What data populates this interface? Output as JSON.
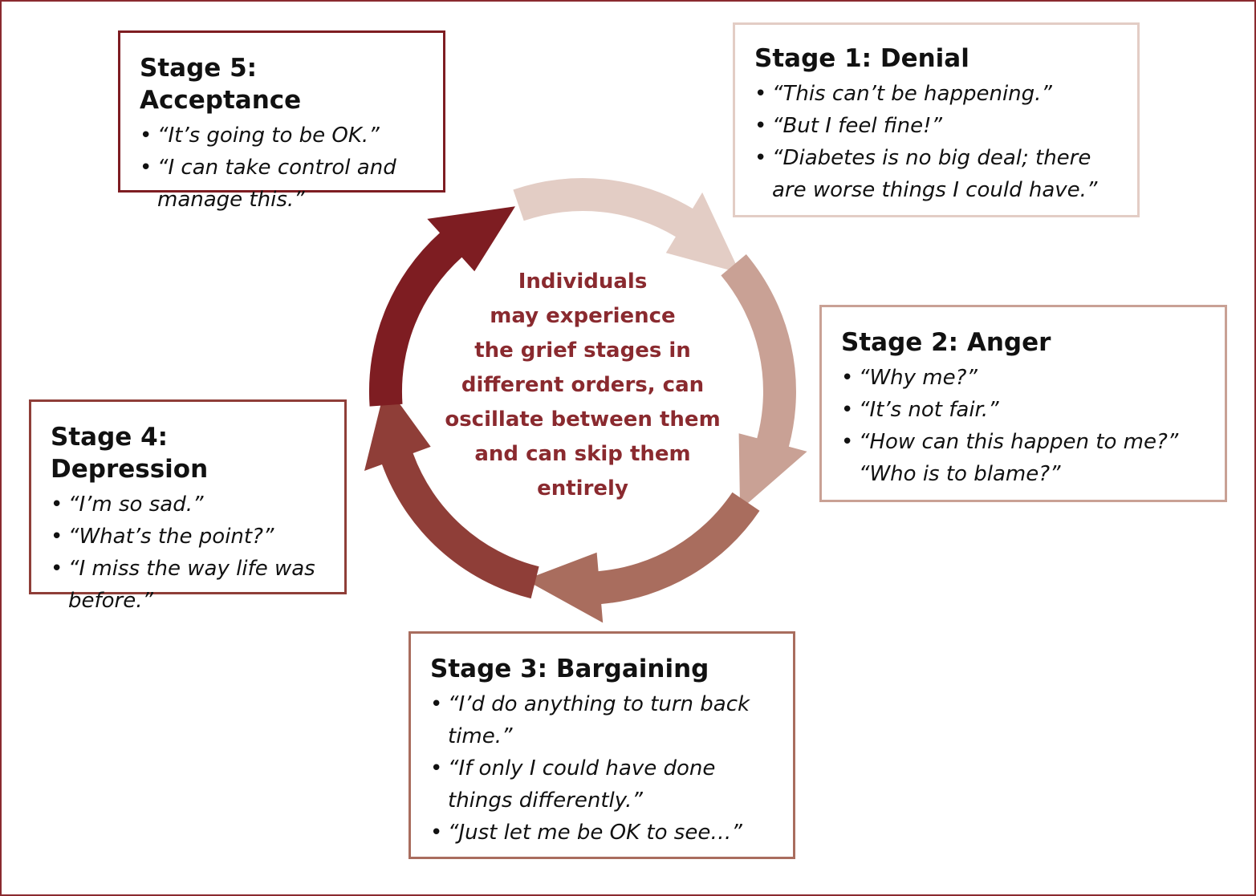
{
  "colors": {
    "frame": "#8a2a2f",
    "stage1": "#e3cdc5",
    "stage2": "#c9a195",
    "stage3": "#a96d5e",
    "stage4": "#8f3e38",
    "stage5": "#7e1d22",
    "center_text": "#8a2a2f"
  },
  "center_text": [
    "Individuals",
    "may experience",
    "the grief stages in",
    "different orders, can",
    "oscillate between them",
    "and can skip them",
    "entirely"
  ],
  "stages": [
    {
      "title": "Stage 1: Denial",
      "items": [
        "“This can’t be happening.”",
        "“But I feel fine!”",
        "“Diabetes is no big deal; there are worse things I could have.”"
      ]
    },
    {
      "title": "Stage 2: Anger",
      "items": [
        "“Why me?”",
        "“It’s not fair.”",
        "“How can this happen to me?” “Who is to blame?”"
      ]
    },
    {
      "title": "Stage 3: Bargaining",
      "items": [
        "“I’d do anything to turn back time.”",
        "“If only I could have done things differently.”",
        "“Just let me be OK to see…”"
      ]
    },
    {
      "title": "Stage 4: Depression",
      "items": [
        "“I’m so sad.”",
        "“What’s the point?”",
        "“I miss the way life was before.”"
      ]
    },
    {
      "title": "Stage 5: Acceptance",
      "items": [
        "“It’s going to be OK.”",
        "“I can take control and manage this.”"
      ]
    }
  ]
}
